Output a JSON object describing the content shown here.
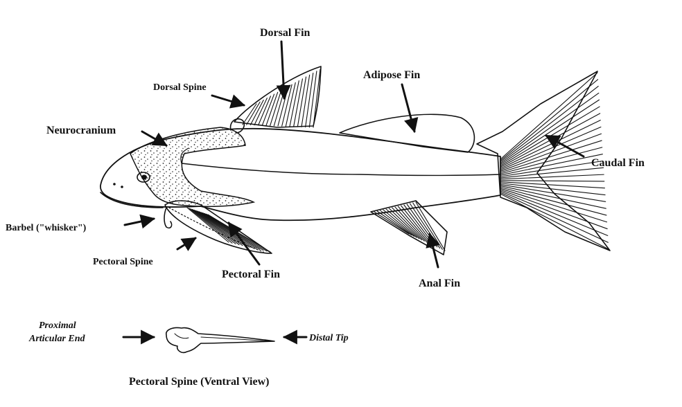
{
  "labels": {
    "dorsal_fin": "Dorsal Fin",
    "adipose_fin": "Adipose Fin",
    "dorsal_spine": "Dorsal Spine",
    "neurocranium": "Neurocranium",
    "caudal_fin": "Caudal Fin",
    "barbel": "Barbel (\"whisker\")",
    "pectoral_spine": "Pectoral Spine",
    "pectoral_fin": "Pectoral Fin",
    "anal_fin": "Anal Fin"
  },
  "spine_detail": {
    "proximal_line1": "Proximal",
    "proximal_line2": "Articular End",
    "distal_tip": "Distal Tip",
    "caption": "Pectoral Spine (Ventral View)"
  },
  "colors": {
    "ink": "#111111",
    "background": "#ffffff"
  }
}
